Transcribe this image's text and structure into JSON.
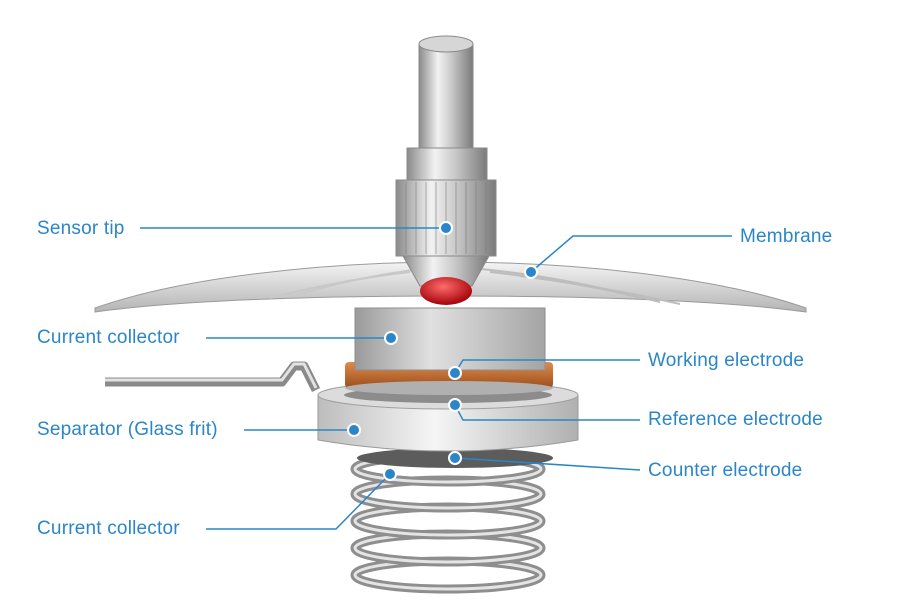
{
  "labels": {
    "sensor_tip": "Sensor tip",
    "current_collector_top": "Current collector",
    "separator": "Separator (Glass frit)",
    "current_collector_bottom": "Current collector",
    "membrane": "Membrane",
    "working_electrode": "Working electrode",
    "reference_electrode": "Reference electrode",
    "counter_electrode": "Counter electrode"
  },
  "colors": {
    "accent": "#2a86c8",
    "tip_red": "#c8141e",
    "electrode_copper": "#c0692e",
    "metal": "#b8b8b8"
  }
}
